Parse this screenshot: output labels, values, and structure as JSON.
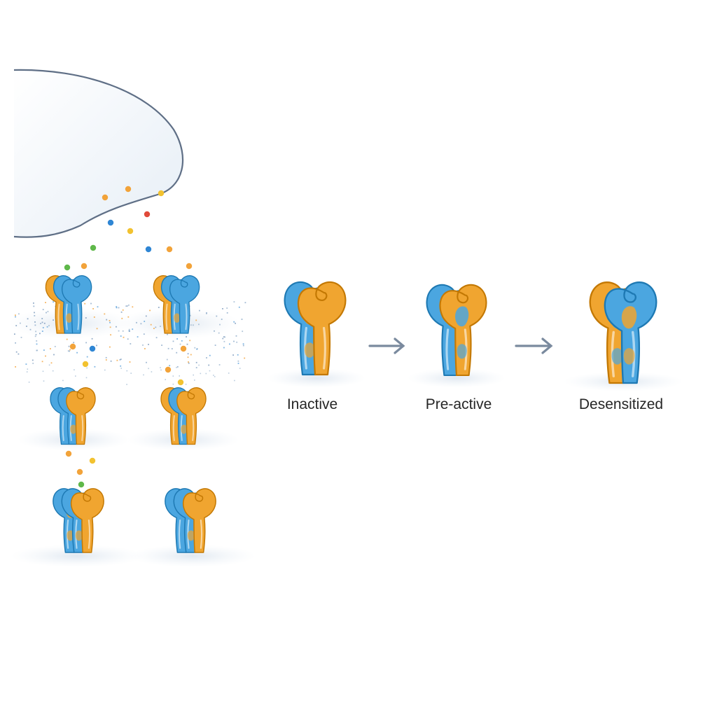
{
  "states": [
    {
      "key": "inactive",
      "label": "Inactive"
    },
    {
      "key": "preactive",
      "label": "Pre-active"
    },
    {
      "key": "desensitized",
      "label": "Desensitized"
    }
  ],
  "colors": {
    "blue_subunit": "#4ba6e0",
    "orange_subunit": "#f0a530",
    "arrow": "#7a8a9e",
    "membrane": "#e4ecf4",
    "vesicle": "#eef3f8",
    "vesicle_outline": "#5f6f86",
    "ligand_orange": "#f2a33a",
    "ligand_yellow": "#f2c230",
    "ligand_blue": "#2f86d4",
    "ligand_red": "#e04a3a",
    "ligand_green": "#5fb84a"
  },
  "icons": [
    "receptor-dimer-icon",
    "ligand-particle-icon",
    "arrow-right-icon",
    "vesicle-shape"
  ]
}
